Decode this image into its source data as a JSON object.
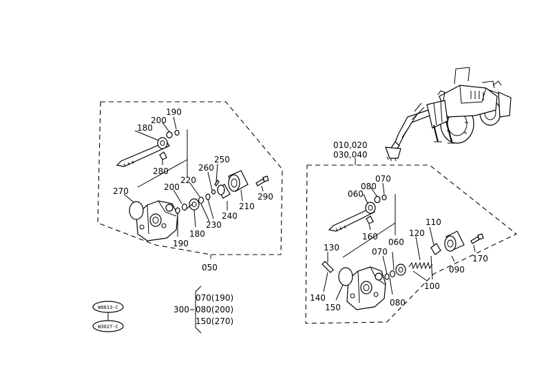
{
  "diagram": {
    "group_left": "050",
    "group_right_line1": "010,020",
    "group_right_line2": "030,040",
    "left_callouts": {
      "c190_top": "190",
      "c200_top": "200",
      "c180_top": "180",
      "c280": "280",
      "c270": "270",
      "c200_mid": "200",
      "c220": "220",
      "c260": "260",
      "c250": "250",
      "c290": "290",
      "c210": "210",
      "c240": "240",
      "c230": "230",
      "c180_bot": "180",
      "c190_bot": "190"
    },
    "right_callouts": {
      "c070_top": "070",
      "c080_top": "080",
      "c060_top": "060",
      "c160": "160",
      "c130": "130",
      "c140": "140",
      "c150": "150",
      "c070_mid": "070",
      "c060_mid": "060",
      "c080_bot": "080",
      "c120": "120",
      "c110": "110",
      "c090": "090",
      "c170": "170",
      "c100": "100"
    },
    "kit": {
      "label": "300",
      "rows": [
        "070(190)",
        "080(200)",
        "150(270)"
      ]
    },
    "badges": {
      "top": "W0813-C",
      "bottom": "W3027-C"
    }
  }
}
